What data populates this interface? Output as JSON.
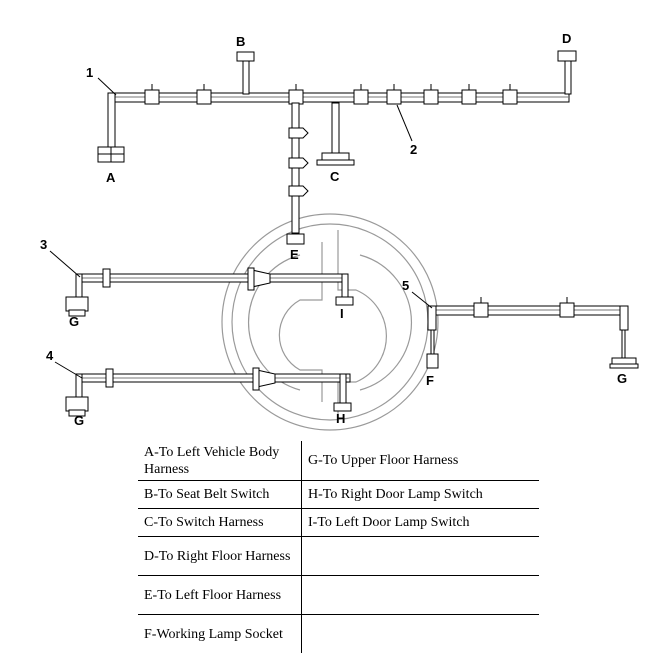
{
  "callouts": [
    "1",
    "2",
    "3",
    "4",
    "5"
  ],
  "connectors": {
    "A": "A",
    "B": "B",
    "C": "C",
    "D": "D",
    "E": "E",
    "F": "F",
    "G": "G",
    "H": "H",
    "I": "I"
  },
  "legend": {
    "rows": [
      {
        "left": "A-To Left Vehicle Body Harness",
        "right": "G-To Upper Floor Harness"
      },
      {
        "left": "B-To Seat Belt Switch",
        "right": "H-To Right Door Lamp Switch"
      },
      {
        "left": "C-To Switch Harness",
        "right": "I-To Left Door Lamp Switch"
      },
      {
        "left": "D-To Right Floor Harness",
        "right": ""
      },
      {
        "left": "E-To Left Floor Harness",
        "right": ""
      },
      {
        "left": "F-Working Lamp Socket",
        "right": ""
      }
    ]
  }
}
